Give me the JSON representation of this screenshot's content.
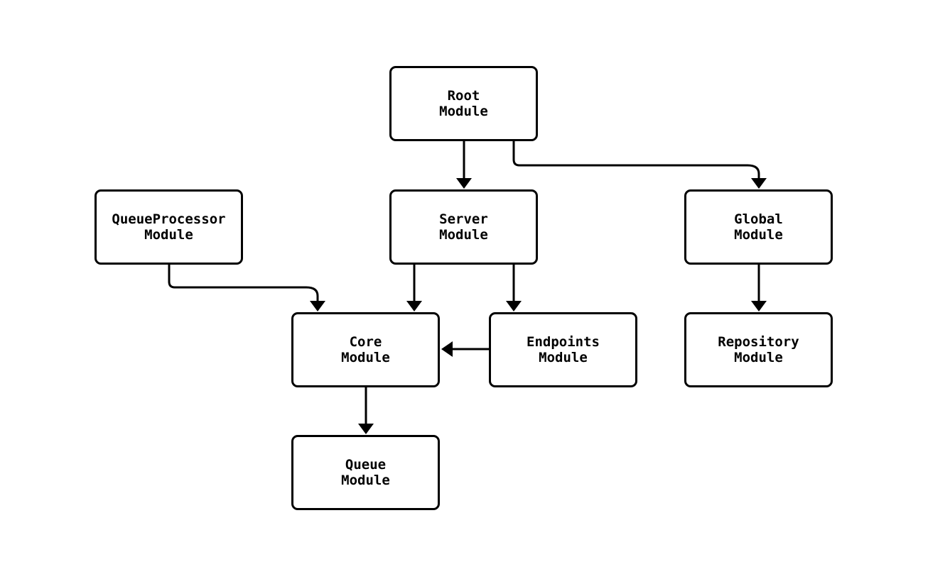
{
  "diagram": {
    "type": "module-dependency-flowchart",
    "background_color": "#ffffff",
    "node_fill": "#ffffff",
    "node_border_color": "#000000",
    "edge_color": "#000000",
    "text_color": "#000000",
    "nodes": {
      "root": {
        "label": "Root\nModule"
      },
      "queue_processor": {
        "label": "QueueProcessor\nModule"
      },
      "server": {
        "label": "Server\nModule"
      },
      "global": {
        "label": "Global\nModule"
      },
      "core": {
        "label": "Core\nModule"
      },
      "endpoints": {
        "label": "Endpoints\nModule"
      },
      "repository": {
        "label": "Repository\nModule"
      },
      "queue": {
        "label": "Queue\nModule"
      }
    },
    "edges": [
      {
        "from": "Root Module",
        "to": "Server Module"
      },
      {
        "from": "Root Module",
        "to": "Global Module"
      },
      {
        "from": "QueueProcessor Module",
        "to": "Core Module"
      },
      {
        "from": "Server Module",
        "to": "Core Module"
      },
      {
        "from": "Server Module",
        "to": "Endpoints Module"
      },
      {
        "from": "Endpoints Module",
        "to": "Core Module"
      },
      {
        "from": "Global Module",
        "to": "Repository Module"
      },
      {
        "from": "Core Module",
        "to": "Queue Module"
      }
    ]
  }
}
